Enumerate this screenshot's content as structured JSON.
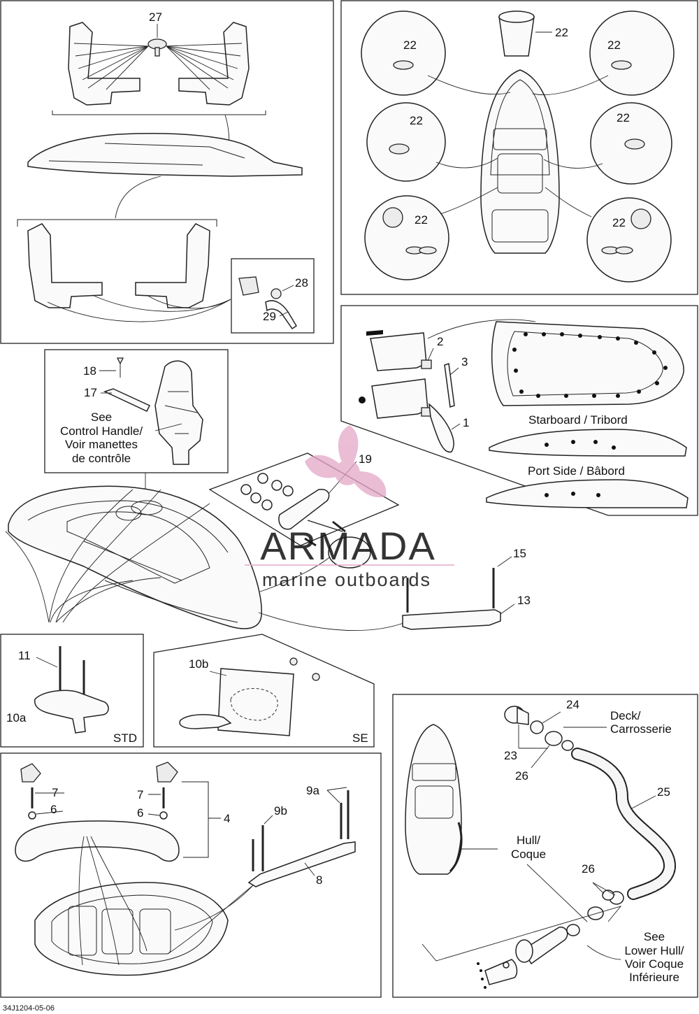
{
  "diagram_code": "34J1204-05-06",
  "callouts": {
    "c27": "27",
    "c22a": "22",
    "c22b": "22",
    "c22c": "22",
    "c22d": "22",
    "c22e": "22",
    "c22f": "22",
    "c22g": "22",
    "c28": "28",
    "c29": "29",
    "c2": "2",
    "c3": "3",
    "c1": "1",
    "c18": "18",
    "c17": "17",
    "c19": "19",
    "c15": "15",
    "c13": "13",
    "c11": "11",
    "c10a": "10a",
    "c10b": "10b",
    "c24": "24",
    "c23": "23",
    "c26a": "26",
    "c25": "25",
    "c26b": "26",
    "c7a": "7",
    "c6a": "6",
    "c7b": "7",
    "c6b": "6",
    "c4": "4",
    "c9a": "9a",
    "c9b": "9b",
    "c8": "8"
  },
  "notes": {
    "starboard": "Starboard / Tribord",
    "port": "Port Side / Bâbord",
    "see_control": [
      "See",
      "Control Handle/",
      "Voir manettes",
      "de contrôle"
    ],
    "std": "STD",
    "se": "SE",
    "deck": [
      "Deck/",
      "Carrosserie"
    ],
    "hull": [
      "Hull/",
      "Coque"
    ],
    "see_lower": [
      "See",
      "Lower Hull/",
      "Voir Coque",
      "Inférieure"
    ]
  },
  "watermark": {
    "brand": "ARMADA",
    "tagline": "marine outboards",
    "color": "#e4a8c8"
  }
}
